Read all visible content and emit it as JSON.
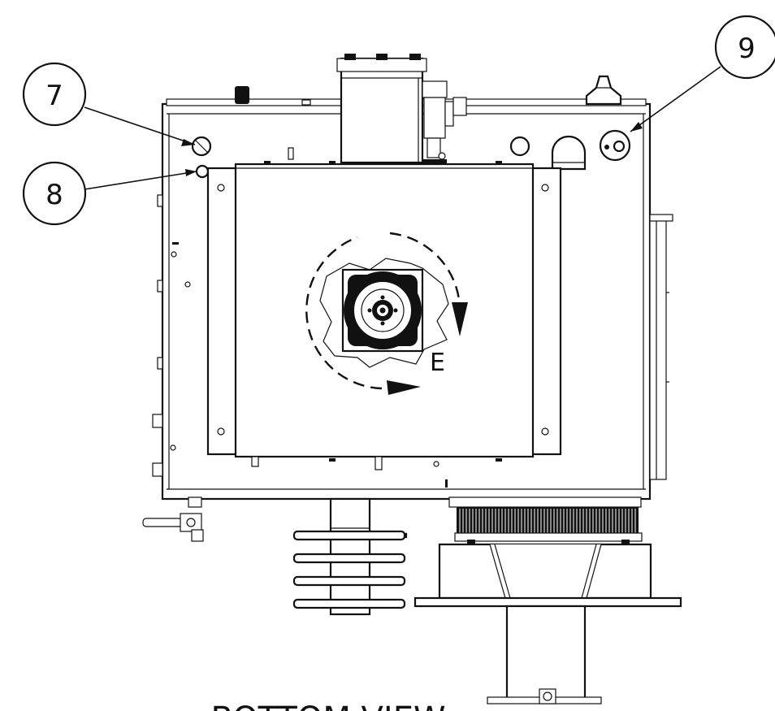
{
  "callouts": [
    {
      "label": "7"
    },
    {
      "label": "8"
    },
    {
      "label": "9"
    }
  ],
  "rotation_label": "E",
  "view_title": "BOTTOM VIEW"
}
